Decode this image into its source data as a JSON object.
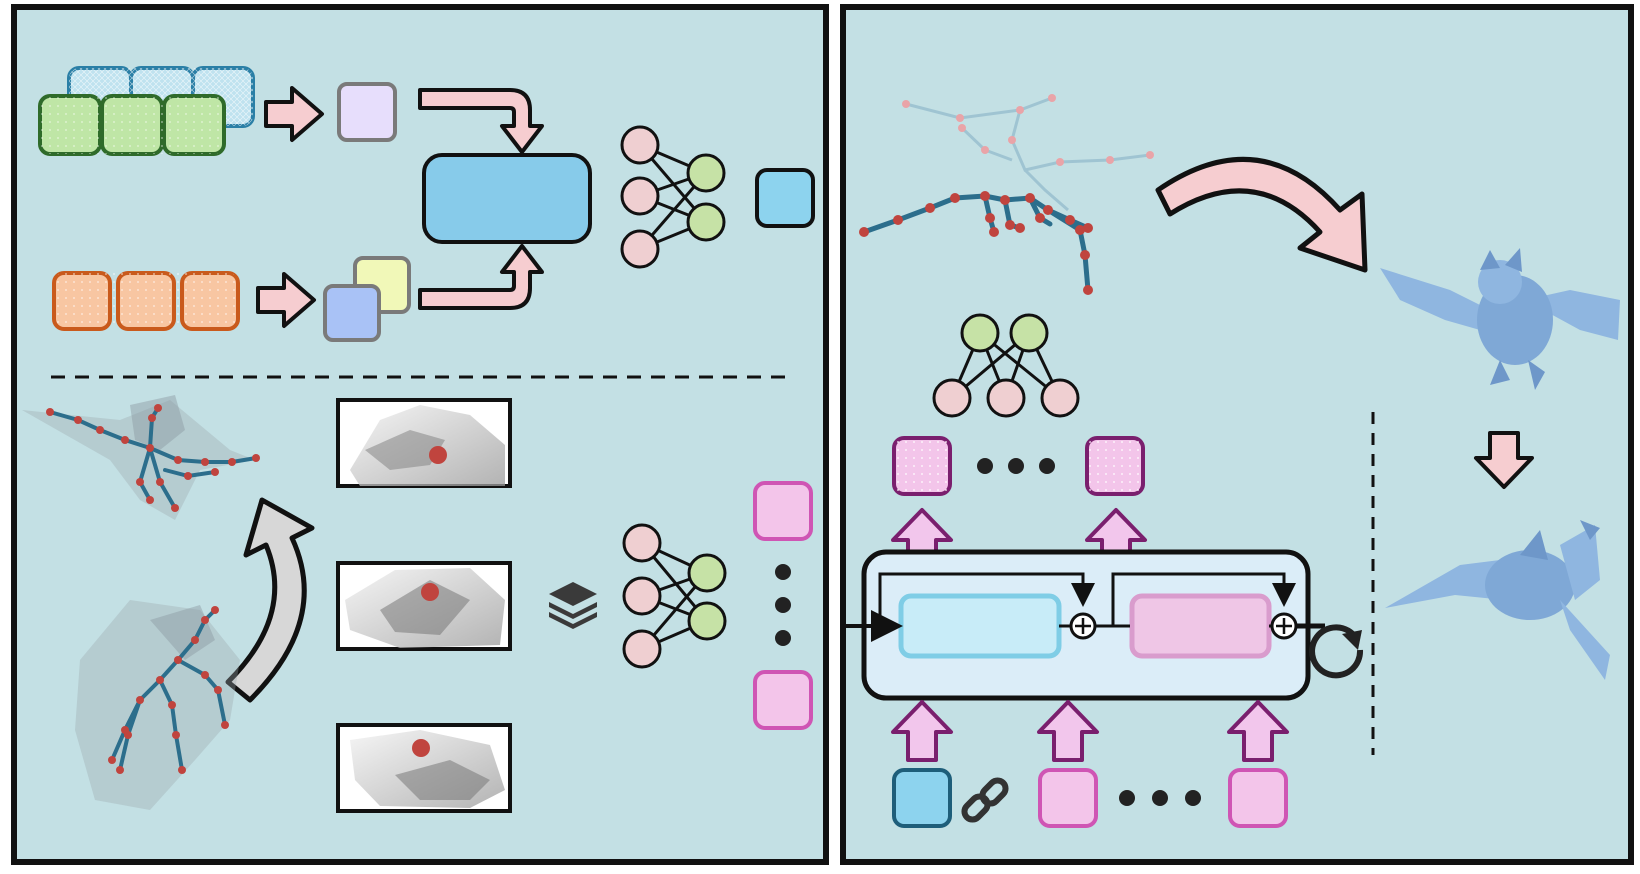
{
  "figure": {
    "panels": [
      {
        "id": "left-panel",
        "sections": [
          "feature-fusion",
          "keypoint-rendering"
        ]
      },
      {
        "id": "right-panel",
        "sections": [
          "skeleton-to-animation",
          "autoregressive-block"
        ]
      }
    ],
    "colors": {
      "panel_bg": "#c3e0e4",
      "panel_border": "#111111",
      "arrow_pink": "#f6cdd0",
      "arrow_magenta_fill": "#f2c6ec",
      "arrow_magenta_stroke": "#7a1f6e",
      "token_blue": "#8dd3ee",
      "token_green": "#bfe6a6",
      "token_green_border": "#2f6b2a",
      "token_teal_border": "#2a7fa6",
      "token_orange": "#f8c6a2",
      "token_orange_border": "#c95a1c",
      "token_lavender": "#e7defc",
      "token_yellow": "#f1f8b8",
      "token_periwinkle": "#a9c2f6",
      "token_pink": "#f3c5ea",
      "token_pink_border": "#cf55b4",
      "node_pink": "#efcfd1",
      "node_green": "#c6e2a6",
      "transformer_box": "#dbedf8",
      "inner_box_blue": "#c8ecf8",
      "inner_box_pink": "#efc6e6",
      "skeleton_bone": "#2c6e8c",
      "skeleton_joint": "#c0443e",
      "creature_blue": "#8fb6e0"
    },
    "icons": [
      "arrow-right-icon",
      "curved-arrow-icon",
      "neural-network-icon",
      "layers-icon",
      "link-icon",
      "loop-icon",
      "plus-circle-icon",
      "arrow-down-icon",
      "arrow-up-icon",
      "skeleton-icon",
      "creature-icon",
      "ellipsis-icon"
    ],
    "texts": []
  }
}
